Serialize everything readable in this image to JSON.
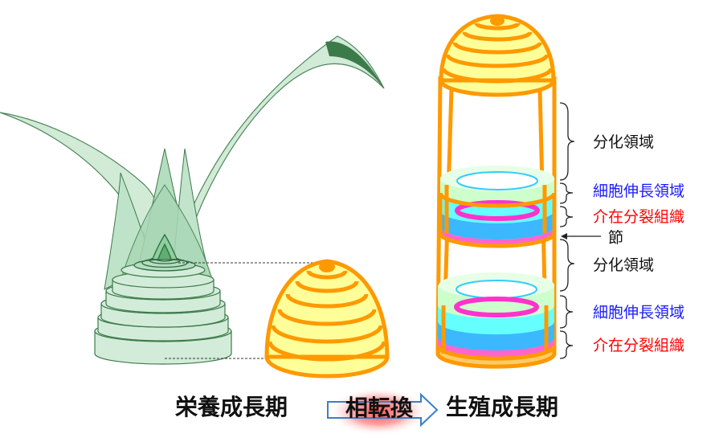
{
  "colors": {
    "orange": "#ff9900",
    "cream": "#ffff99",
    "leaf_green": "#c6e8cf",
    "leaf_stroke": "#3d7a4a",
    "blue_label": "#1a1aff",
    "red_label": "#ff0000",
    "band_pink": "#ff33cc",
    "band_cyan": "#33ccff",
    "band_pale_green": "#ccffcc",
    "arrow_glow": "#ff3333"
  },
  "labels": {
    "vegetative": "栄養成長期",
    "phase_change": "相転換",
    "reproductive": "生殖成長期",
    "diff_zone_1": "分化領域",
    "elong_zone_1": "細胞伸長領域",
    "intercalary_1": "介在分裂組織",
    "node": "節",
    "diff_zone_2": "分化領域",
    "elong_zone_2": "細胞伸長領域",
    "intercalary_2": "介在分裂組織"
  },
  "icons": {
    "arrow": "right-arrow-icon",
    "brace": "right-curly-brace-icon"
  }
}
